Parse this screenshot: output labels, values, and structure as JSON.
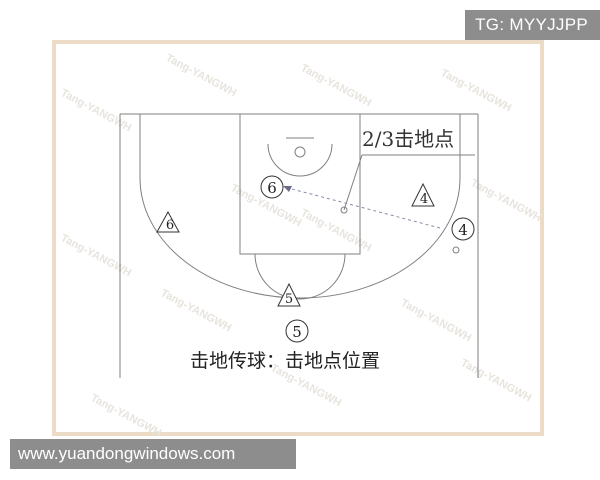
{
  "watermark_tag": "TG: MYYJJPP",
  "site_tag": "www.yuandongwindows.com",
  "callout_label": "2/3击地点",
  "caption": "击地传球：击地点位置",
  "players": {
    "p6_circle": "6",
    "p6_triangle": "6",
    "p4_triangle": "4",
    "p4_circle": "4",
    "p5_triangle": "5",
    "p5_circle": "5"
  },
  "faint_watermark_text": "Tang-YANGWH",
  "colors": {
    "line": "#7f7f7f",
    "pass": "#8a8aa8",
    "frame": "#ecdcc7",
    "tag_bg": "#8d8d8d",
    "watermark": "#e6e2dc"
  }
}
